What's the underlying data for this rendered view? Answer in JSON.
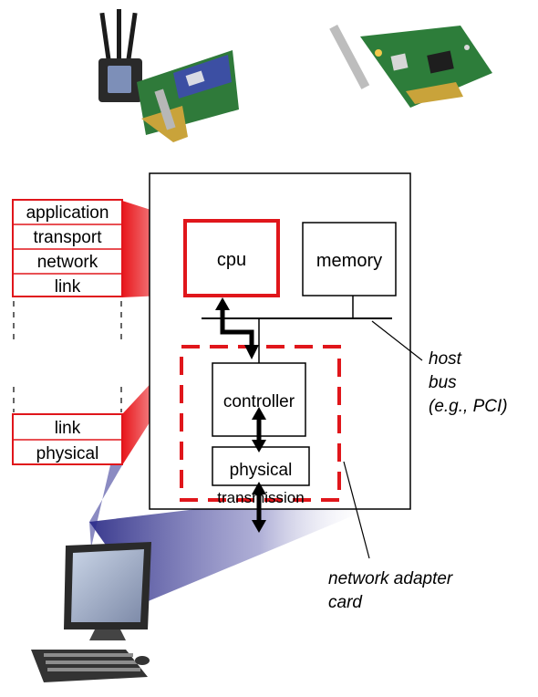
{
  "stack_top": [
    "application",
    "transport",
    "network",
    "link"
  ],
  "stack_bottom": [
    "link",
    "physical"
  ],
  "boxes": {
    "cpu": "cpu",
    "memory": "memory",
    "controller": "controller",
    "physical": "physical",
    "transmission": "transmission"
  },
  "annotations": {
    "host_bus": [
      "host",
      "bus",
      "(e.g., PCI)"
    ],
    "adapter_card": [
      "network adapter",
      "card"
    ]
  },
  "colors": {
    "accent_red": "#e0161b",
    "wedge_blue": "#2b2b8f",
    "line": "#000000"
  },
  "images": [
    "wireless-network-card-icon",
    "ethernet-network-card-icon",
    "desktop-computer-icon"
  ]
}
